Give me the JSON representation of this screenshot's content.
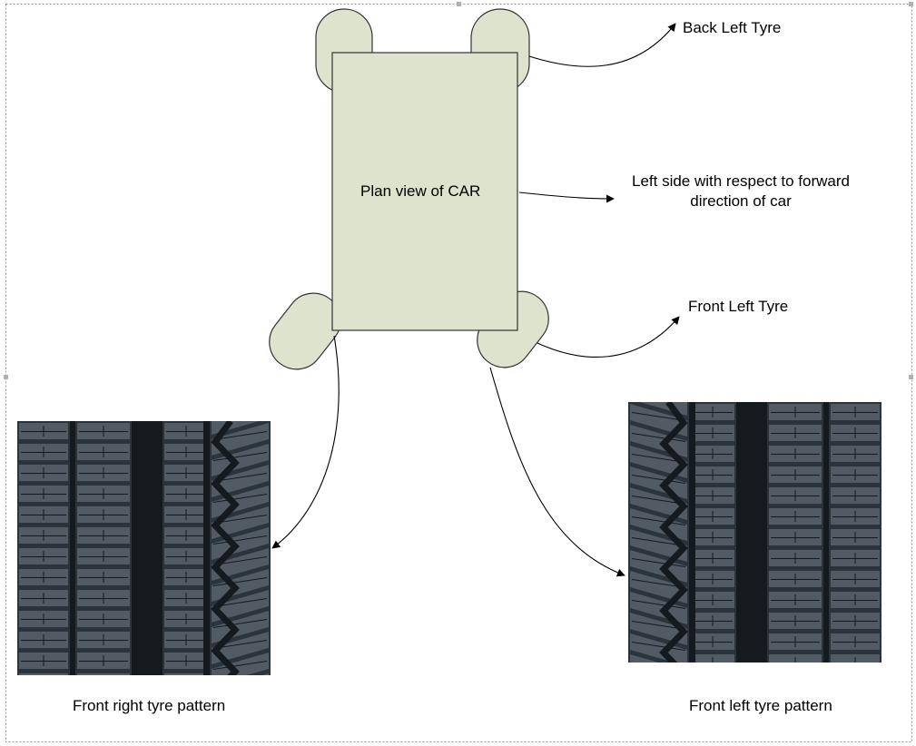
{
  "diagram": {
    "car_label": "Plan view of CAR",
    "annotations": {
      "back_left_tyre": "Back Left Tyre",
      "left_side_line1": "Left side with respect to forward",
      "left_side_line2": "direction of car",
      "front_left_tyre": "Front Left Tyre"
    },
    "captions": {
      "front_right_pattern": "Front right tyre pattern",
      "front_left_pattern": "Front left tyre pattern"
    },
    "colors": {
      "car_fill": "#dde3cc",
      "tyre_fill": "#dde3cc",
      "outline": "#333333",
      "tread_rubber": "#2b333b",
      "tread_block": "#59636c",
      "tread_groove": "#151a1f"
    },
    "icons": [
      "arrow-icon",
      "tyre-tread-image"
    ]
  }
}
